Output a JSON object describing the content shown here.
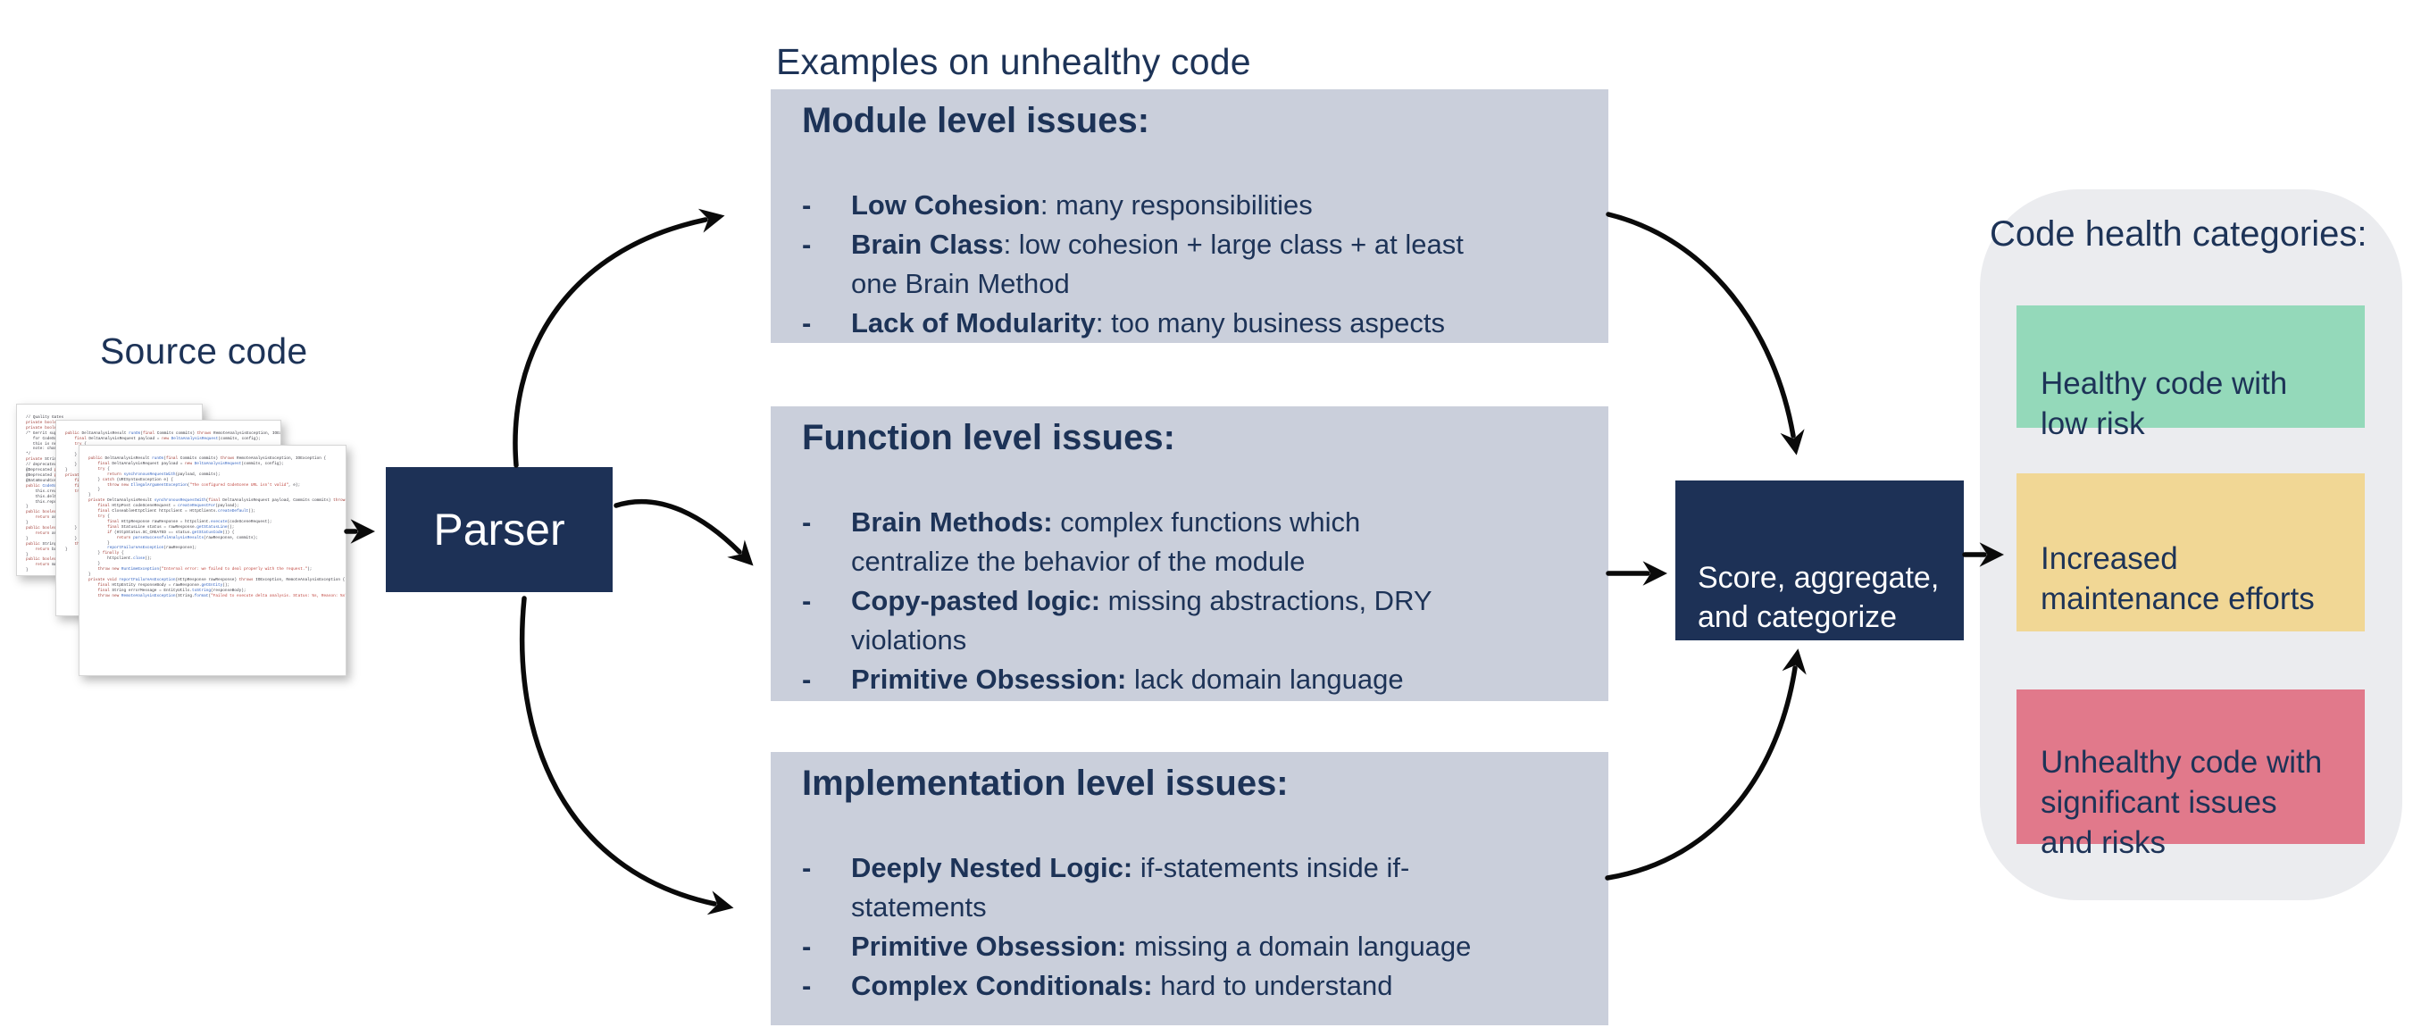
{
  "header": {
    "examples_label": "Examples on unhealthy code"
  },
  "source": {
    "label": "Source code",
    "pages": [
      {
        "lines": [
          "// Quality Gates",
          "private boolean failOnFailedGoal = true;",
          "private boolean failOnDecliningCodeHealth = true;",
          "",
          "/* Gerrit support:",
          "   for CodeScene to see the change",
          "   this is needed",
          "   note: change_ref",
          "*/",
          "private String gerritRef;",
          "",
          "// deprecated options below",
          "@Deprecated private boolean useBiomarkers;",
          "@Deprecated private boolean letBuildPass;",
          "",
          "@DataBoundConstructor",
          "public CodeSceneDeltaAnalysisBuilder(",
          "    this.credentials = credentials;",
          "    this.deltaAnalysis = deltaAnalysis;",
          "    this.repository = repository;",
          "}",
          "",
          "public boolean isAnalyzeLatestIndividually() {",
          "    return analyzeLatestIndividually;",
          "}",
          "",
          "public boolean isAnalyzeBranchDiff() {",
          "    return analyzeBranchDiff;",
          "}",
          "",
          "public String getBaseRevision() {",
          "    return baseRevision;",
          "}",
          "",
          "public boolean isMarkBuildAsUnstable() {",
          "    return markBuildAsUnstable;",
          "}"
        ]
      },
      {
        "lines": [
          "public DeltaAnalysisResult runOn(final Commits commits) throws RemoteAnalysisException, IOException {",
          "    final DeltaAnalysisRequest payload = new DeltaAnalysisRequest(commits, config);",
          "",
          "    try {",
          "        return synchronousRequestWith(payload, commits);",
          "    } catch (URISyntaxException e) {",
          "        throw new IllegalArgumentException(\"The configured CodeScene URL isn't valid\", e);",
          "    }",
          "}",
          "",
          "private DeltaAnalysisResult synchronousRequestWith(final DeltaAnalysisRequest payload,",
          "    final HttpPost codeSceneRequest = createRequestFor(payload);",
          "    final CloseableHttpClient httpclient = HttpClients.createDefault();",
          "",
          "    try {",
          "        final HttpResponse rawResponse = httpclient.execute(codeSceneRequest);",
          "        final StatusLine status = rawResponse.getStatusLine();",
          "",
          "        if (HttpStatus.SC_CREATED == status.getStatusCode()) {",
          "            return parseSuccessfulAnalysisResults(rawResponse, commits);",
          "        }",
          "",
          "        reportFailureAsException(rawResponse);",
          "",
          "    } finally {",
          "        httpclient.close();",
          "    }",
          "",
          "    throw new RuntimeException(\"Internal error: we failed to deal properly with the request.\");",
          "}"
        ]
      },
      {
        "lines": [
          "public DeltaAnalysisResult runOn(final Commits commits) throws RemoteAnalysisException, IOException {",
          "    final DeltaAnalysisRequest payload = new DeltaAnalysisRequest(commits, config);",
          "",
          "    try {",
          "        return synchronousRequestWith(payload, commits);",
          "    } catch (URISyntaxException e) {",
          "        throw new IllegalArgumentException(\"The configured CodeScene URL isn't valid\", e);",
          "    }",
          "}",
          "",
          "private DeltaAnalysisResult synchronousRequestWith(final DeltaAnalysisRequest payload, Commits commits) throws",
          "    final HttpPost codeSceneRequest = createRequestFor(payload);",
          "    final CloseableHttpClient httpclient = HttpClients.createDefault();",
          "",
          "    try {",
          "        final HttpResponse rawResponse = httpclient.execute(codeSceneRequest);",
          "        final StatusLine status = rawResponse.getStatusLine();",
          "",
          "        if (HttpStatus.SC_CREATED == status.getStatusCode()) {",
          "            return parseSuccessfulAnalysisResults(rawResponse, commits);",
          "        }",
          "",
          "        reportFailureAsException(rawResponse);",
          "",
          "    } finally {",
          "        httpclient.close();",
          "    }",
          "",
          "    throw new RuntimeException(\"Internal error: we failed to deal properly with the request.\");",
          "}",
          "",
          "private void reportFailureAsException(HttpResponse rawResponse) throws IOException, RemoteAnalysisException {",
          "    final HttpEntity responseBody = rawResponse.getEntity();",
          "    final String errorMessage = EntityUtils.toString(responseBody);",
          "",
          "    throw new RemoteAnalysisException(String.format(\"Failed to execute delta analysis. Status: %s, Reason: %s\","
        ]
      }
    ]
  },
  "parser": {
    "label": "Parser"
  },
  "issue_boxes": [
    {
      "title": "Module level issues:",
      "bullets": [
        {
          "dash": "-",
          "lead": "Low Cohesion",
          "rest": ": many responsibilities"
        },
        {
          "dash": "-",
          "lead": "Brain Class",
          "rest": ": low cohesion + large class + at least\none Brain Method"
        },
        {
          "dash": "-",
          "lead": "Lack of Modularity",
          "rest": ": too many business aspects"
        }
      ]
    },
    {
      "title": "Function level issues:",
      "bullets": [
        {
          "dash": "-",
          "lead": "Brain Methods:",
          "rest": " complex functions which\ncentralize the behavior of the module"
        },
        {
          "dash": "-",
          "lead": "Copy-pasted logic:",
          "rest": " missing abstractions, DRY\nviolations"
        },
        {
          "dash": "-",
          "lead": "Primitive Obsession:",
          "rest": " lack domain language"
        }
      ]
    },
    {
      "title": "Implementation level issues:",
      "bullets": [
        {
          "dash": "-",
          "lead": "Deeply Nested Logic:",
          "rest": " if-statements inside if-\nstatements"
        },
        {
          "dash": "-",
          "lead": "Primitive Obsession:",
          "rest": " missing a domain language"
        },
        {
          "dash": "-",
          "lead": "Complex Conditionals:",
          "rest": " hard to understand"
        }
      ]
    }
  ],
  "score_box": {
    "label": "Score, aggregate,\nand categorize"
  },
  "categories": {
    "title": "Code health categories:",
    "items": [
      {
        "label": "Healthy code with\nlow risk",
        "color": "#94d9ba"
      },
      {
        "label": "Increased\nmaintenance efforts",
        "color": "#f1d795"
      },
      {
        "label": "Unhealthy code with\nsignificant issues\nand risks",
        "color": "#e1798b"
      }
    ]
  },
  "colors": {
    "navy_box": "#1d3156",
    "issue_box_bg": "#cacfdb",
    "panel_bg": "#ebecef",
    "text_navy": "#1d3357",
    "arrow": "#0a0a0a"
  }
}
